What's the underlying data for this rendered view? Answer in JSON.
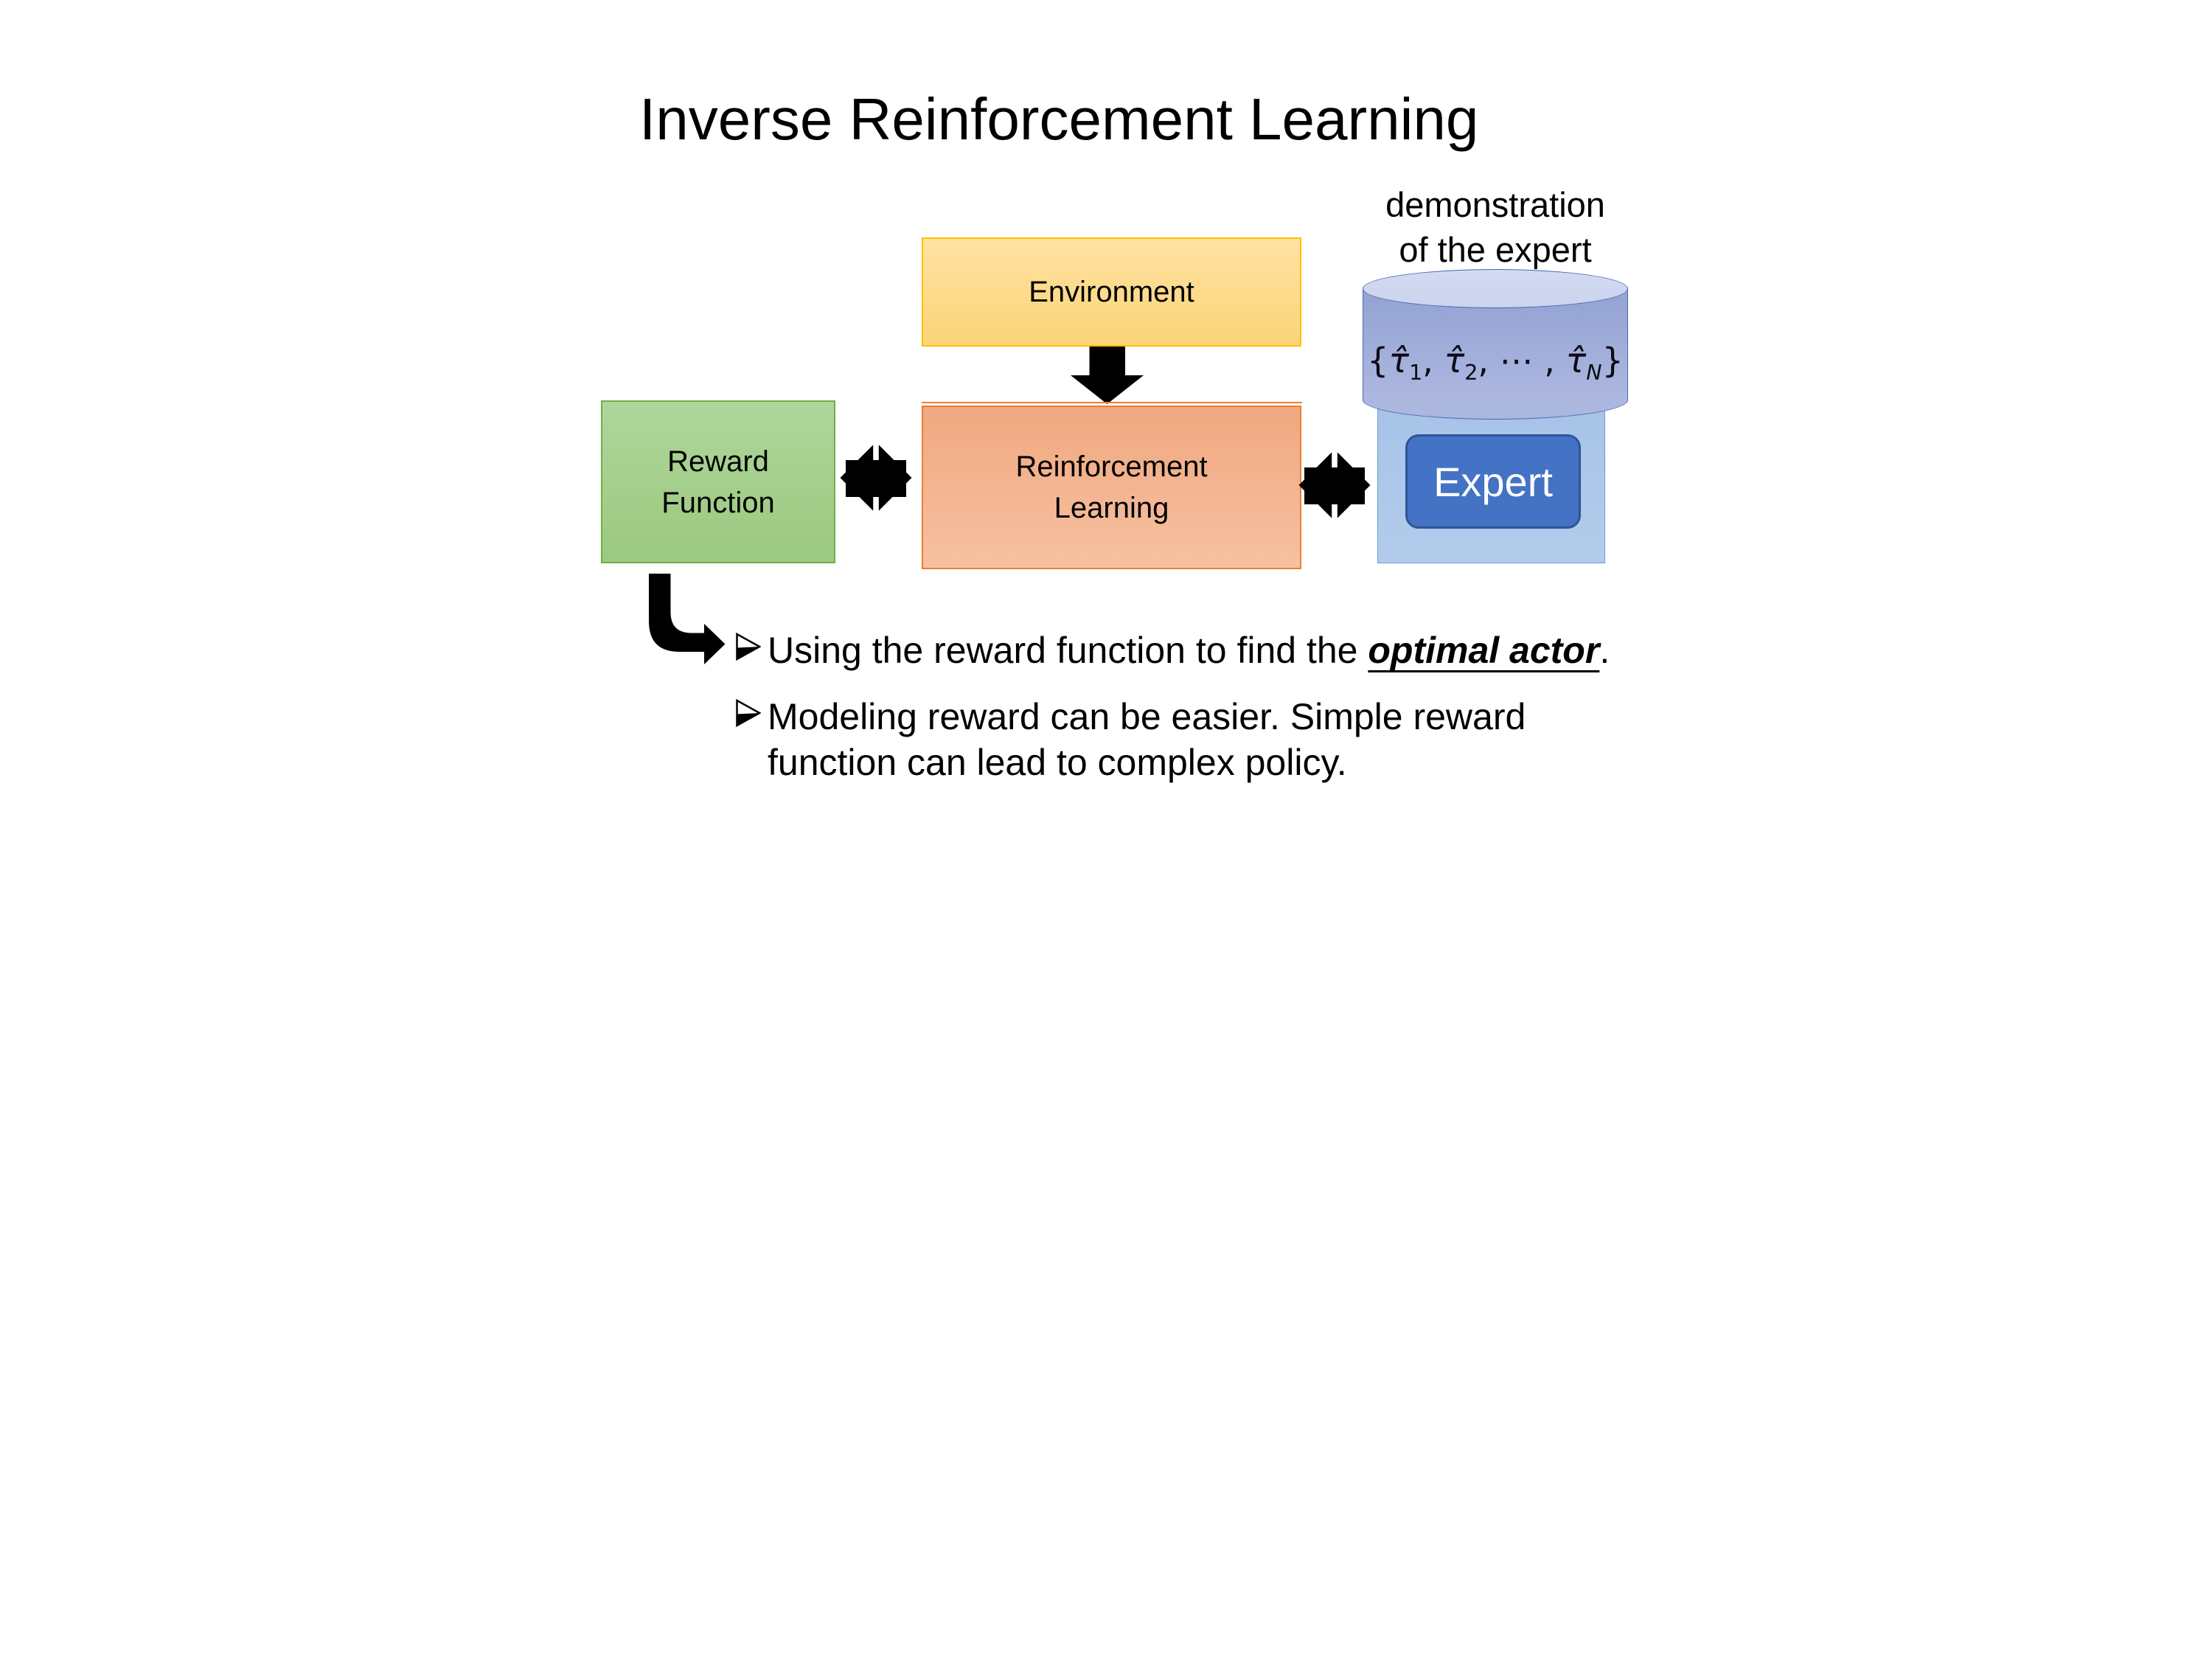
{
  "title": "Inverse Reinforcement Learning",
  "demo_label": {
    "line1": "demonstration",
    "line2": "of the expert"
  },
  "boxes": {
    "environment": {
      "label": "Environment"
    },
    "reward": {
      "line1": "Reward",
      "line2": "Function"
    },
    "rl": {
      "line1": "Reinforcement",
      "line2": "Learning"
    },
    "expert": {
      "label": "Expert"
    }
  },
  "dataset": {
    "open": "{",
    "tau1": "τ̂",
    "sub1": "1",
    "sep1": ", ",
    "tau2": "τ̂",
    "sub2": "2",
    "sep2": ", ⋯ , ",
    "tau3": "τ̂",
    "sub3": "N",
    "close": "}"
  },
  "bullets": {
    "b1": {
      "pre": "Using the reward function to find the ",
      "em": "optimal actor",
      "post": "."
    },
    "b2": {
      "line1": "Modeling reward can be easier. Simple reward",
      "line2": "function can lead to complex policy."
    }
  },
  "colors": {
    "text_black": "#000000",
    "arrow_black": "#000000",
    "env_fill_top": "#FFE2A3",
    "env_fill_bottom": "#FBD478",
    "env_border": "#FFC000",
    "reward_fill_top": "#AFD69A",
    "reward_fill_bottom": "#9BC980",
    "reward_border": "#70AD47",
    "rl_fill_top": "#F0A87F",
    "rl_fill_bottom": "#F6C1A2",
    "rl_border": "#ED7D31",
    "container_fill_top": "#A6C3E7",
    "container_fill_bottom": "#B3CCEC",
    "container_border": "#6D9CD6",
    "expert_fill": "#4472C4",
    "expert_border": "#2F5597",
    "expert_text": "#FFFFFF",
    "cyl_top_fill": "#CBD4EE",
    "cyl_body_top": "#93A2D3",
    "cyl_body_bottom": "#ACB7E0",
    "cyl_border": "#4A69B3"
  }
}
